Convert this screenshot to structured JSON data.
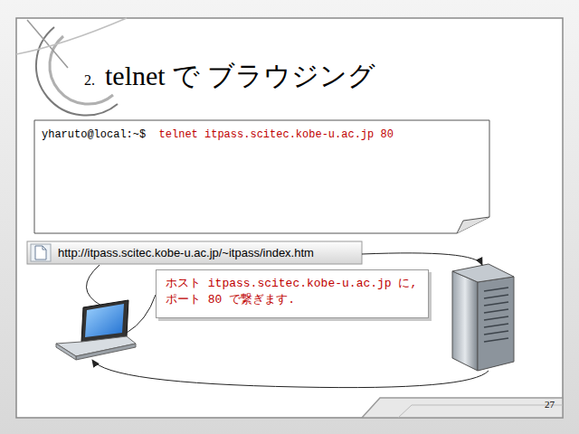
{
  "diagram": {
    "title": "telnet で ブラウジング",
    "nodes": [
      {
        "text": [
          "yharuto@local:~$",
          "telnet itpass.scitec.kobe-u.ac.jp 80"
        ]
      },
      {
        "text": [
          "http://itpass.scitec.kobe-u.ac.jp/~itpass/index.htm"
        ]
      },
      {
        "text": [
          "ホスト itpass.scitec.kobe-u.ac.jp に, ポート 80 で繋ぎます."
        ]
      }
    ],
    "labels": [
      "2.",
      "27"
    ]
  }
}
